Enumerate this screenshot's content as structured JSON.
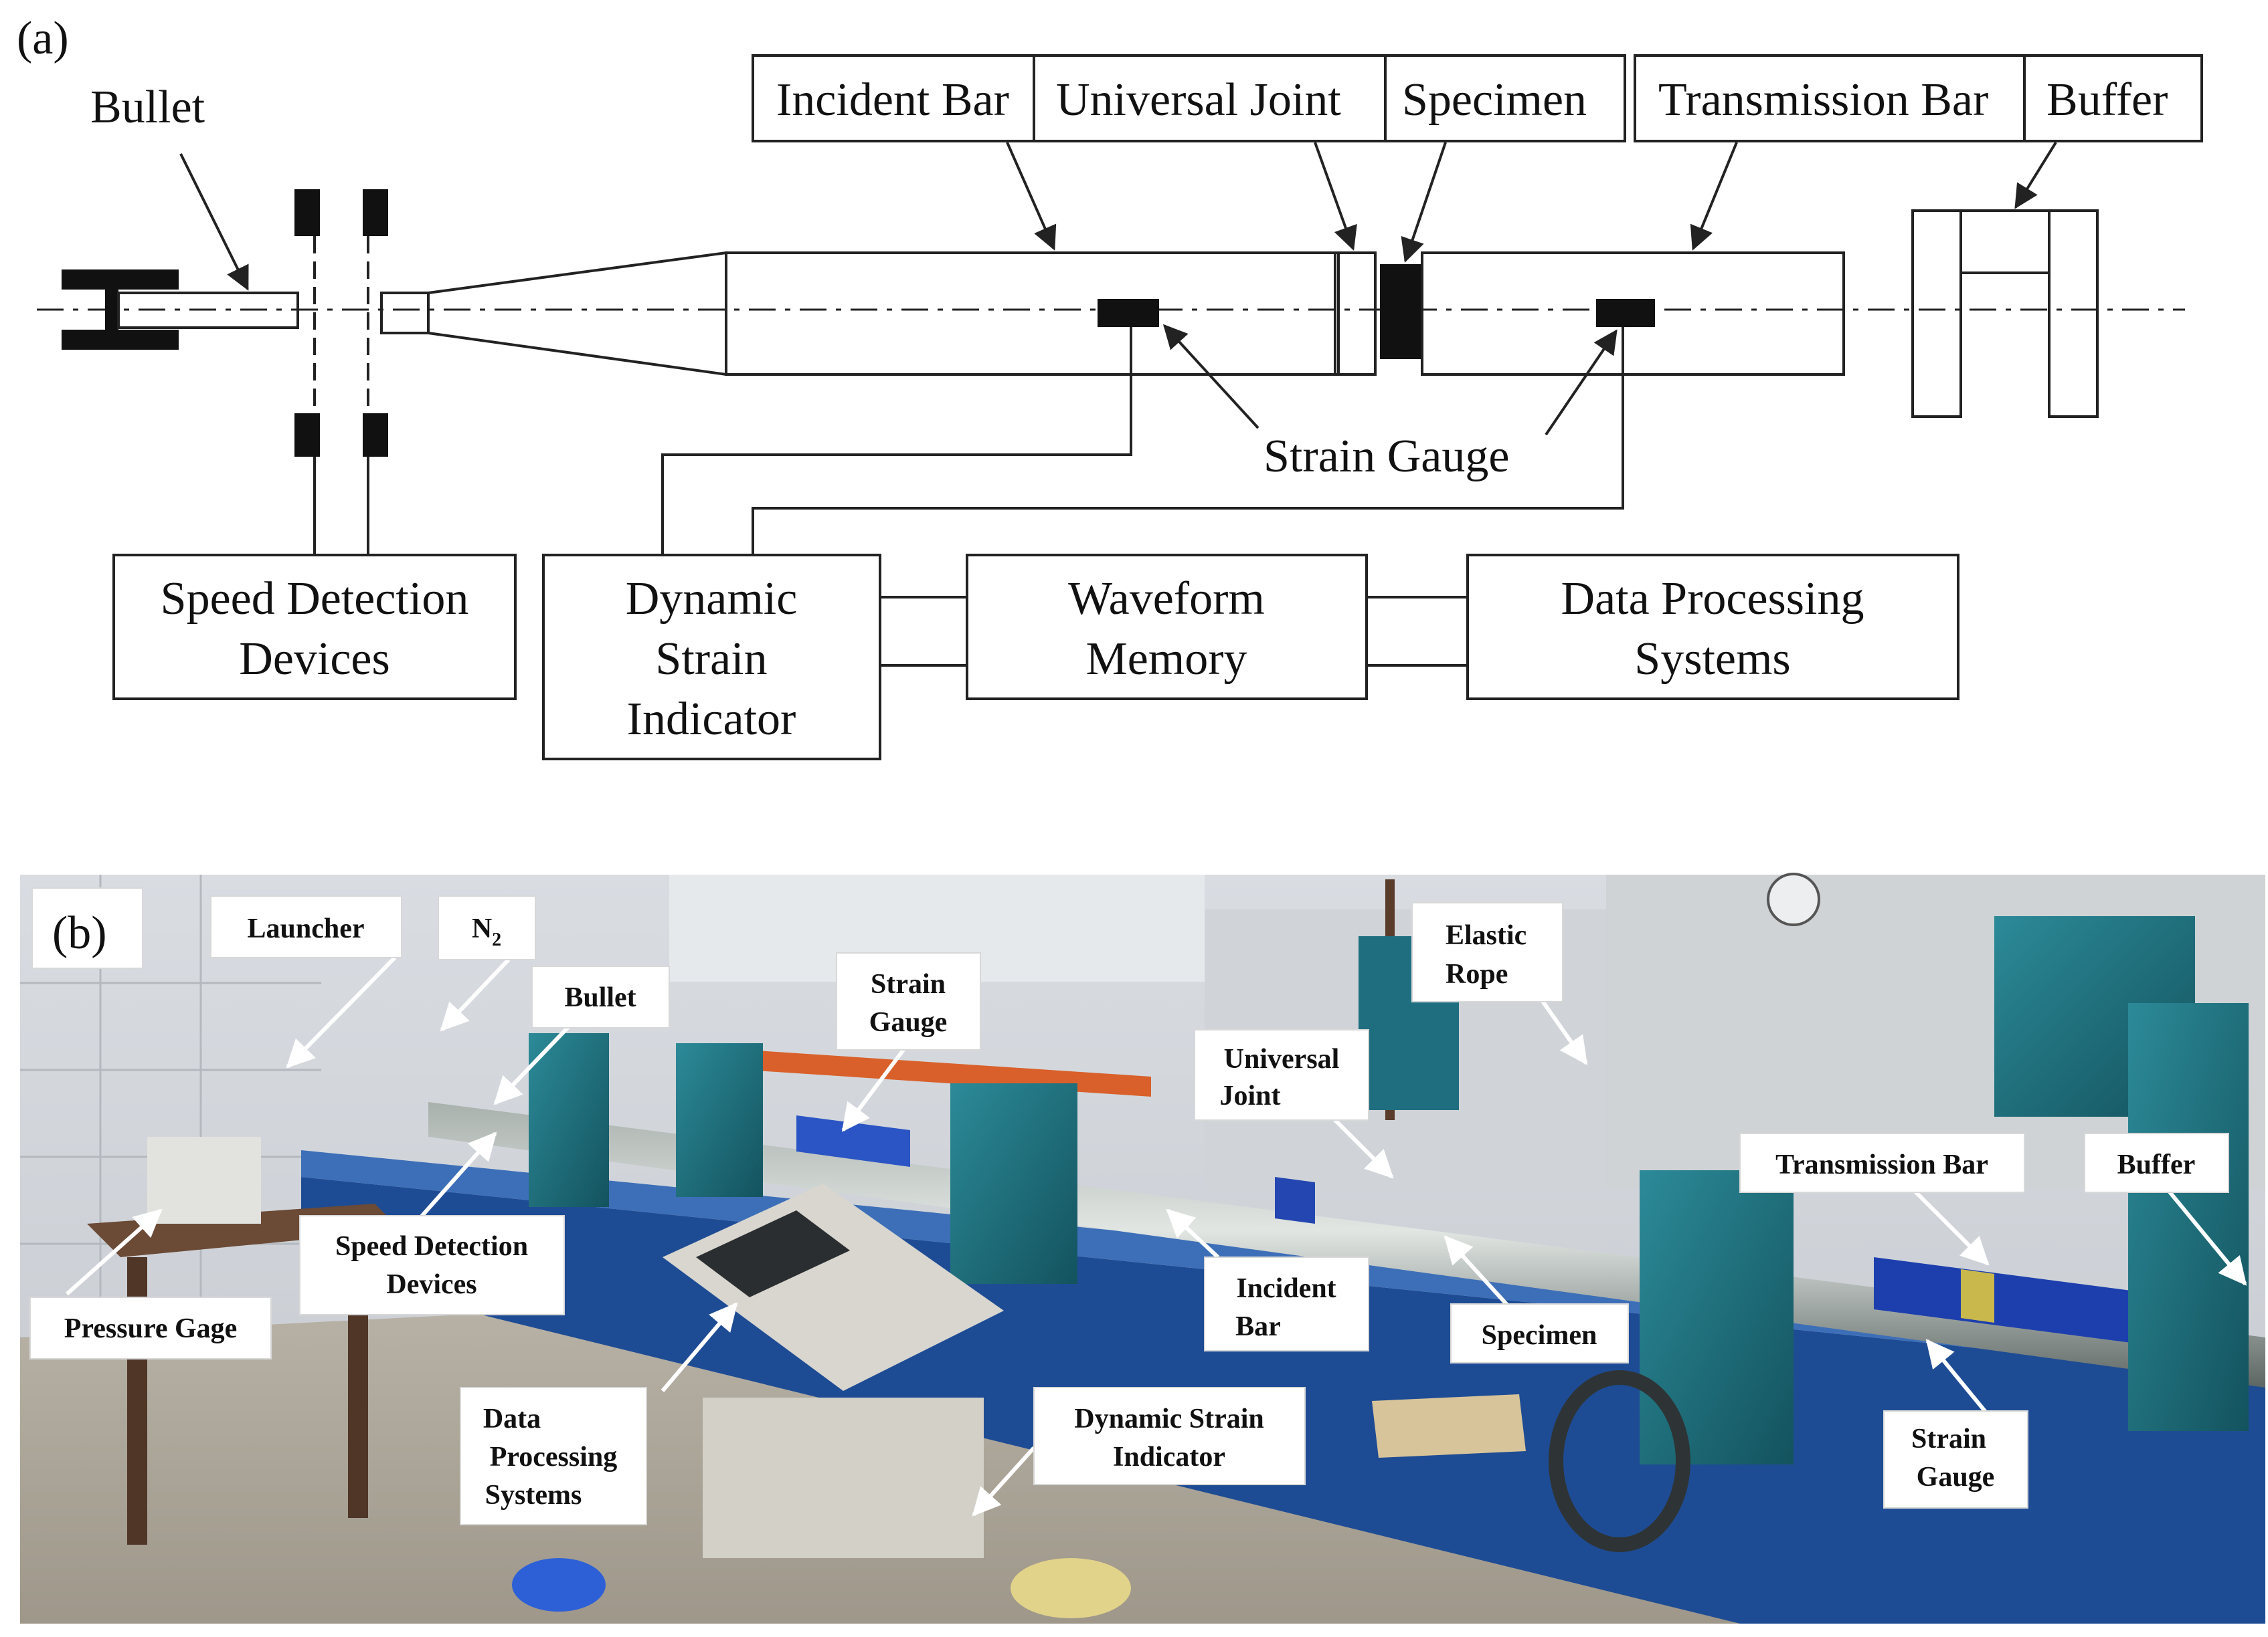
{
  "panel_a": {
    "tag": "(a)",
    "labels": {
      "bullet": "Bullet",
      "incident_bar": "Incident Bar",
      "universal_joint": "Universal Joint",
      "specimen": "Specimen",
      "transmission_bar": "Transmission Bar",
      "buffer": "Buffer",
      "strain_gauge": "Strain Gauge"
    },
    "boxes": {
      "speed_detection": [
        "Speed Detection",
        "Devices"
      ],
      "dynamic_strain": [
        "Dynamic",
        "Strain",
        "Indicator"
      ],
      "waveform_memory": [
        "Waveform",
        "Memory"
      ],
      "data_processing": [
        "Data Processing",
        "Systems"
      ]
    }
  },
  "panel_b": {
    "tag": "(b)",
    "labels": {
      "launcher": "Launcher",
      "n2_main": "N",
      "n2_sub": "2",
      "bullet": "Bullet",
      "strain_gauge_1": [
        "Strain",
        "Gauge"
      ],
      "elastic_rope": [
        "Elastic",
        "Rope"
      ],
      "universal_joint": [
        "Universal",
        "Joint"
      ],
      "transmission_bar": "Transmission Bar",
      "buffer": "Buffer",
      "speed_detection": [
        "Speed Detection",
        "Devices"
      ],
      "pressure_gage": "Pressure Gage",
      "incident_bar": [
        "Incident",
        "Bar"
      ],
      "specimen": "Specimen",
      "data_processing": [
        "Data",
        "Processing",
        "Systems"
      ],
      "dynamic_strain": [
        "Dynamic Strain",
        "Indicator"
      ],
      "strain_gauge_2": [
        "Strain",
        "Gauge"
      ]
    }
  }
}
